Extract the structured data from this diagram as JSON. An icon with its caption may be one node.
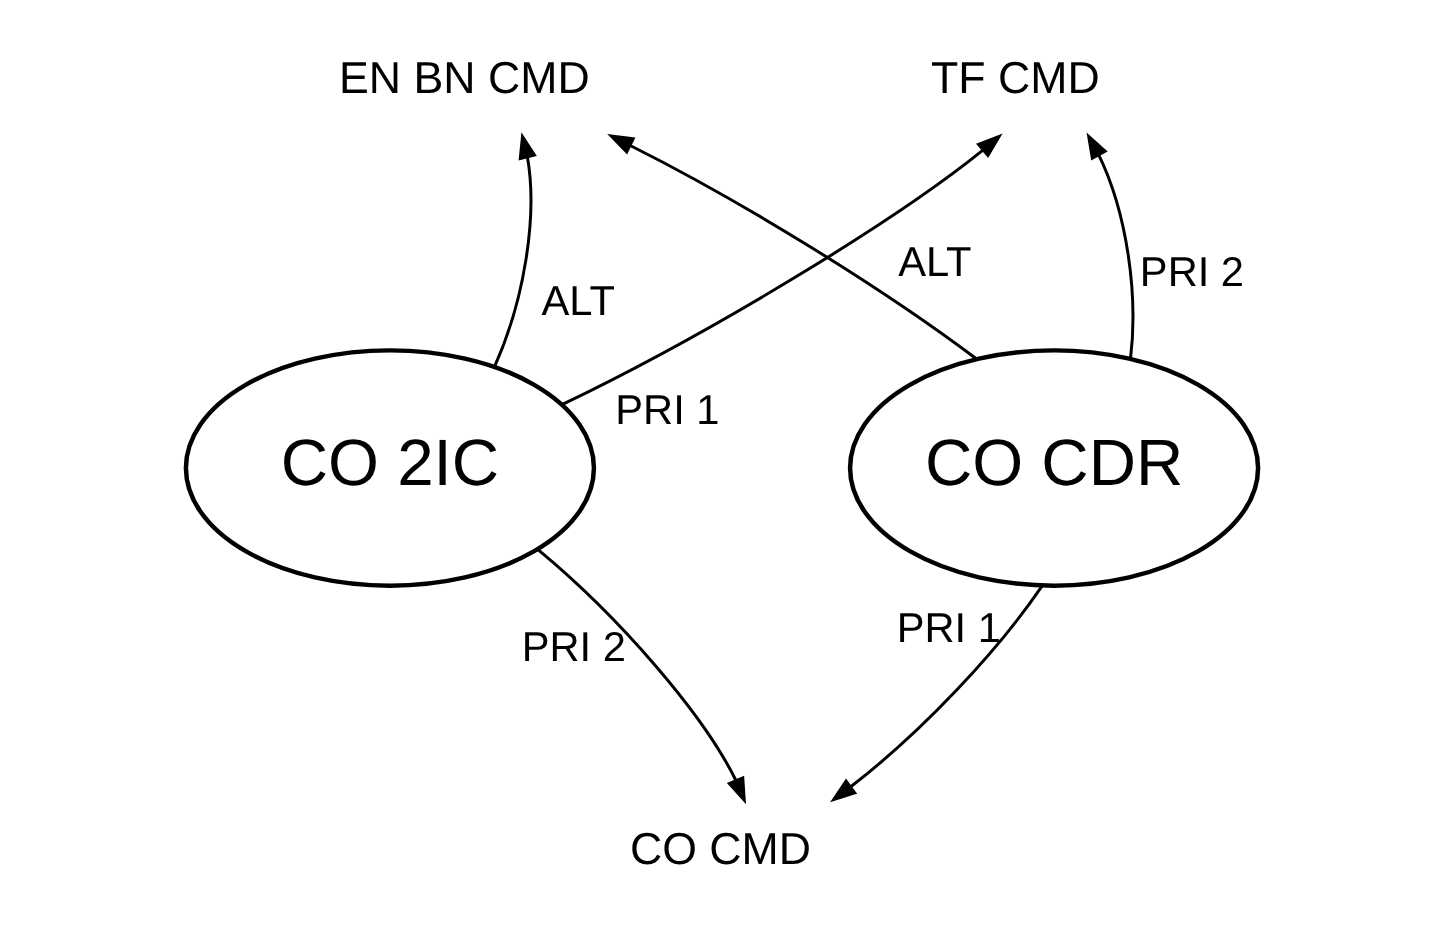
{
  "diagram": {
    "nodes": [
      {
        "text": [
          "EN BN CMD"
        ]
      },
      {
        "text": [
          "TF CMD"
        ]
      },
      {
        "text": [
          "CO 2IC"
        ]
      },
      {
        "text": [
          "CO CDR"
        ]
      },
      {
        "text": [
          "CO CMD"
        ]
      }
    ],
    "edges": [
      {
        "from": 2,
        "to": 0,
        "arrow": "to",
        "label": "ALT"
      },
      {
        "from": 2,
        "to": 1,
        "arrow": "to",
        "label": "PRI 1"
      },
      {
        "from": 3,
        "to": 0,
        "arrow": "to",
        "label": "ALT"
      },
      {
        "from": 3,
        "to": 1,
        "arrow": "to",
        "label": "PRI 2"
      },
      {
        "from": 2,
        "to": 4,
        "arrow": "to",
        "label": "PRI 2"
      },
      {
        "from": 3,
        "to": 4,
        "arrow": "to",
        "label": "PRI 1"
      }
    ]
  }
}
